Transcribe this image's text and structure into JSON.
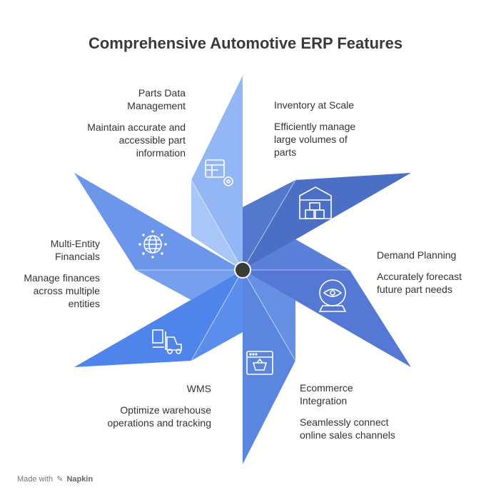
{
  "title": "Comprehensive Automotive ERP Features",
  "colors": {
    "darkest": "#4a6fc4",
    "dark": "#5478d4",
    "mid": "#5b86e0",
    "light": "#6b96ea",
    "lightest": "#93b6f5",
    "hub": "#3a3a3a"
  },
  "features": [
    {
      "heading": "Parts Data Management",
      "description": "Maintain accurate and accessible part information",
      "icon": "table-gear-icon"
    },
    {
      "heading": "Inventory at Scale",
      "description": "Efficiently manage large volumes of parts",
      "icon": "warehouse-boxes-icon"
    },
    {
      "heading": "Demand Planning",
      "description": "Accurately forecast future part needs",
      "icon": "crystal-ball-eye-icon"
    },
    {
      "heading": "Ecommerce Integration",
      "description": "Seamlessly connect online sales channels",
      "icon": "browser-basket-icon"
    },
    {
      "heading": "WMS",
      "description": "Optimize warehouse operations and tracking",
      "icon": "forklift-icon"
    },
    {
      "heading": "Multi-Entity Financials",
      "description": "Manage finances across multiple entities",
      "icon": "globe-icon"
    }
  ],
  "footer": {
    "prefix": "Made with",
    "brand": "Napkin"
  }
}
